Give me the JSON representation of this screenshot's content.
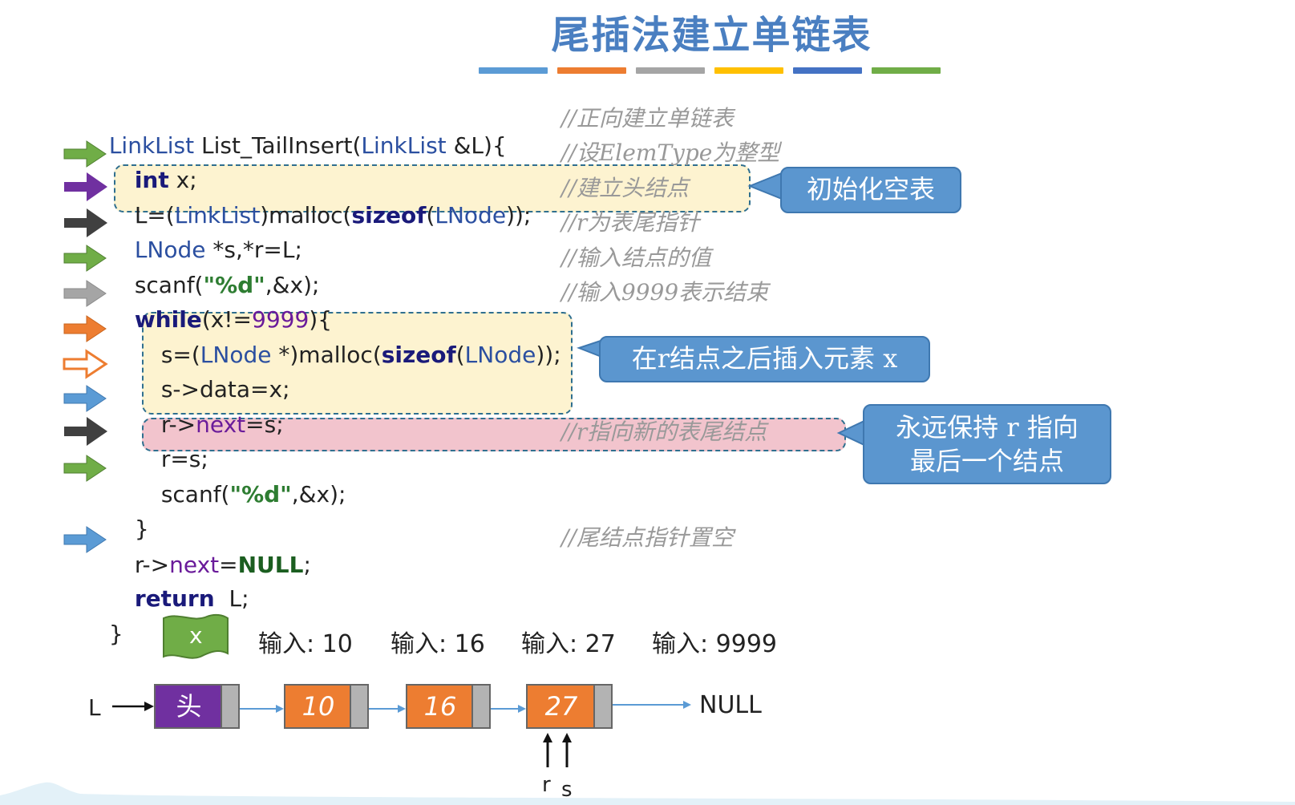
{
  "title": "尾插法建立单链表",
  "colorbar_colors": [
    "#5b9bd5",
    "#ed7d31",
    "#a5a5a5",
    "#ffc000",
    "#4472c4",
    "#70ad47"
  ],
  "code": {
    "line1": {
      "a": "LinkList",
      "b": " List_TailInsert(",
      "c": "LinkList",
      "d": " &L){"
    },
    "line2": {
      "a": "int",
      "b": " x;"
    },
    "line3": {
      "a": "L=(",
      "b": "LinkList",
      "c": ")malloc(",
      "d": "sizeof",
      "e": "(",
      "f": "LNode",
      "g": "));"
    },
    "line4": {
      "a": "LNode",
      "b": " *s,*r=L;"
    },
    "line5": {
      "a": "scanf(",
      "b": "\"%d\"",
      "c": ",&x);"
    },
    "line6": {
      "a": "while",
      "b": "(x!=",
      "c": "9999",
      "d": "){"
    },
    "line7": {
      "a": "s=(",
      "b": "LNode",
      "c": " *)malloc(",
      "d": "sizeof",
      "e": "(",
      "f": "LNode",
      "g": "));"
    },
    "line8": "s->data=x;",
    "line9": {
      "a": "r->",
      "b": "next",
      "c": "=s;"
    },
    "line10": "r=s;",
    "line11": {
      "a": "scanf(",
      "b": "\"%d\"",
      "c": ",&x);"
    },
    "line12": "}",
    "line13": {
      "a": "r->",
      "b": "next",
      "c": "=",
      "d": "NULL",
      "e": ";"
    },
    "line14": {
      "a": "return",
      "b": "  L;"
    },
    "line15": "}"
  },
  "comments": {
    "c1": "//正向建立单链表",
    "c2": "//设ElemType为整型",
    "c3": "//建立头结点",
    "c4": "//r为表尾指针",
    "c5": "//输入结点的值",
    "c6": "//输入9999表示结束",
    "c10": "//r指向新的表尾结点",
    "c13": "//尾结点指针置空"
  },
  "callouts": {
    "init": "初始化空表",
    "insert": "在r结点之后插入元素 x",
    "keep_line1": "永远保持 r 指向",
    "keep_line2": "最后一个结点"
  },
  "flag_label": "x",
  "inputs": [
    "输入: 10",
    "输入: 16",
    "输入: 27",
    "输入: 9999"
  ],
  "list": {
    "head_ref": "L",
    "nodes": [
      "头",
      "10",
      "16",
      "27"
    ],
    "null_label": "NULL",
    "pointer_r": "r",
    "pointer_s": "s"
  },
  "arrow_colors": {
    "green": "#70ad47",
    "purple": "#7030a0",
    "dark": "#404040",
    "gray": "#a5a5a5",
    "orange": "#ed7d31",
    "blue": "#5b9bd5"
  },
  "node_colors": {
    "head": "#7030a0",
    "data": "#ed7d31"
  }
}
